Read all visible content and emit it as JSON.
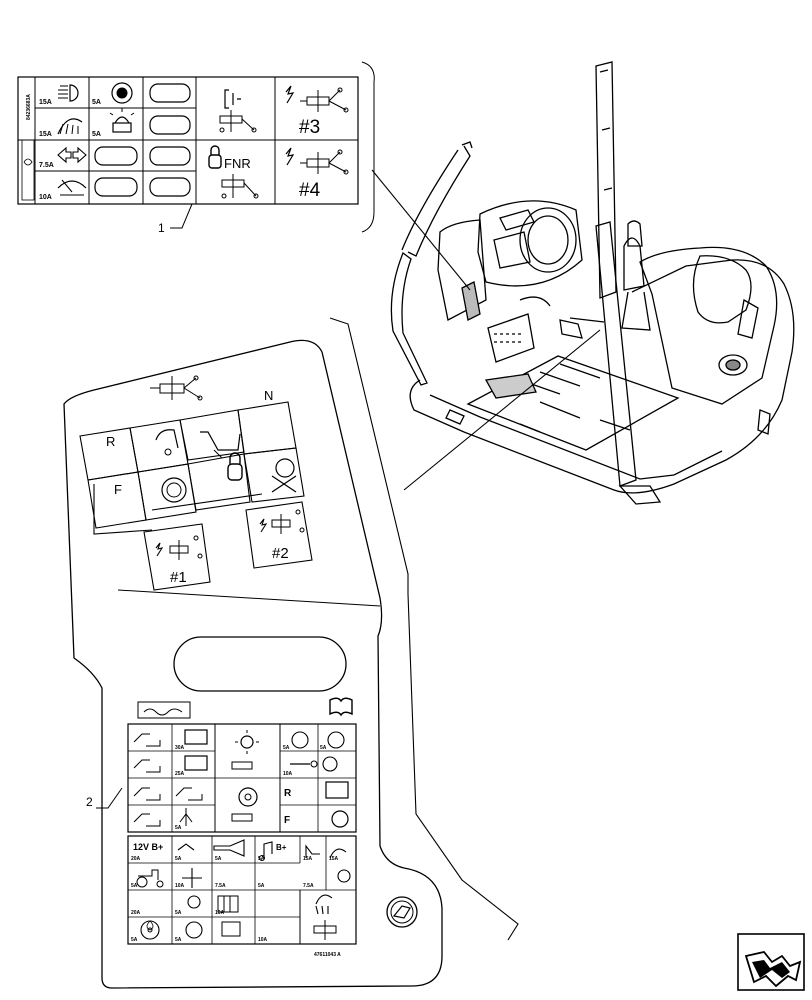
{
  "callouts": {
    "one": "1",
    "two": "2"
  },
  "decal1": {
    "part_number": "84236683A",
    "fuses": [
      {
        "rating": "15A"
      },
      {
        "rating": "5A"
      },
      {
        "rating": "15A"
      },
      {
        "rating": "5A"
      },
      {
        "rating": "7.5A"
      },
      {
        "rating": "10A"
      }
    ],
    "fnr": "FNR",
    "relay3": "#3",
    "relay4": "#4"
  },
  "decal_relays": {
    "letters": {
      "r": "R",
      "n": "N",
      "f": "F"
    },
    "relay1": "#1",
    "relay2": "#2"
  },
  "decal2": {
    "power": "12V B+",
    "b_plus": "B+",
    "r_arrow": "R",
    "f_arrow": "F",
    "part_number": "47611043 A",
    "fuse_ratings": [
      "30A",
      "25A",
      "5A",
      "10A",
      "5A",
      "5A",
      "20A",
      "5A",
      "5A",
      "5A",
      "15A",
      "15A",
      "5A",
      "10A",
      "7.5A",
      "5A",
      "7.5A",
      "20A",
      "5A",
      "10A",
      "5A",
      "5A",
      "10A"
    ]
  },
  "icons": [
    "lighting-icon",
    "beacon-icon",
    "wiper-icon",
    "turn-signal-icon",
    "relay-icon",
    "lock-icon",
    "parking-brake-icon",
    "seat-icon",
    "horn-icon",
    "fan-icon",
    "steering-wheel-icon",
    "book-icon",
    "nav-arrow-icon"
  ]
}
